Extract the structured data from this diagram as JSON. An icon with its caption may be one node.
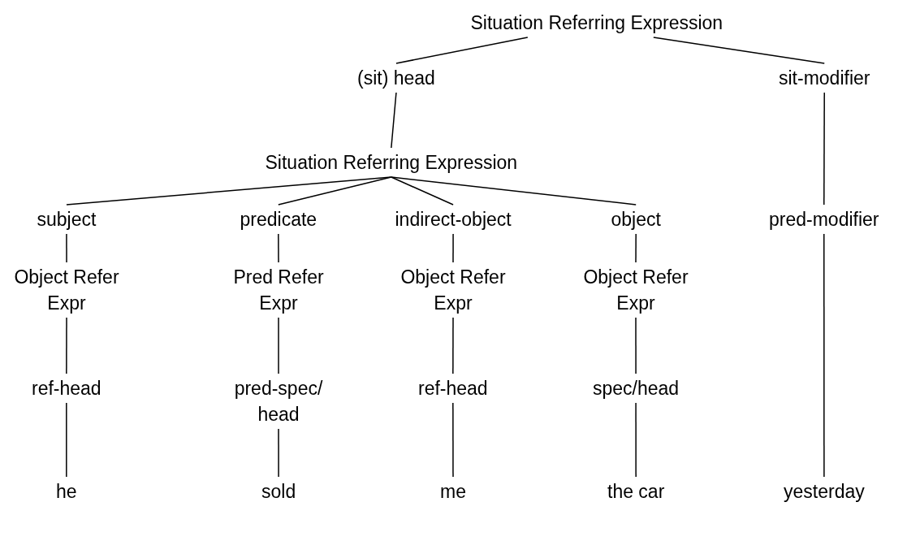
{
  "diagram": {
    "nodes": [
      {
        "text": [
          "Situation Referring Expression"
        ]
      },
      {
        "text": [
          "(sit) head"
        ]
      },
      {
        "text": [
          "sit-modifier"
        ]
      },
      {
        "text": [
          "Situation Referring Expression"
        ]
      },
      {
        "text": [
          "subject"
        ]
      },
      {
        "text": [
          "predicate"
        ]
      },
      {
        "text": [
          "indirect-object"
        ]
      },
      {
        "text": [
          "object"
        ]
      },
      {
        "text": [
          "pred-modifier"
        ]
      },
      {
        "text": [
          "Object Refer Expr"
        ]
      },
      {
        "text": [
          "Pred Refer Expr"
        ]
      },
      {
        "text": [
          "Object Refer Expr"
        ]
      },
      {
        "text": [
          "Object Refer Expr"
        ]
      },
      {
        "text": [
          "ref-head"
        ]
      },
      {
        "text": [
          "pred-spec/ head"
        ]
      },
      {
        "text": [
          "ref-head"
        ]
      },
      {
        "text": [
          "spec/head"
        ]
      },
      {
        "text": [
          "he"
        ]
      },
      {
        "text": [
          "sold"
        ]
      },
      {
        "text": [
          "me"
        ]
      },
      {
        "text": [
          "the car"
        ]
      },
      {
        "text": [
          "yesterday"
        ]
      }
    ],
    "edges": [
      {
        "from": 0,
        "to": 1,
        "arrow": "none"
      },
      {
        "from": 0,
        "to": 2,
        "arrow": "none"
      },
      {
        "from": 1,
        "to": 3,
        "arrow": "none"
      },
      {
        "from": 3,
        "to": 4,
        "arrow": "none"
      },
      {
        "from": 3,
        "to": 5,
        "arrow": "none"
      },
      {
        "from": 3,
        "to": 6,
        "arrow": "none"
      },
      {
        "from": 3,
        "to": 7,
        "arrow": "none"
      },
      {
        "from": 2,
        "to": 8,
        "arrow": "none"
      },
      {
        "from": 4,
        "to": 9,
        "arrow": "none"
      },
      {
        "from": 5,
        "to": 10,
        "arrow": "none"
      },
      {
        "from": 6,
        "to": 11,
        "arrow": "none"
      },
      {
        "from": 7,
        "to": 12,
        "arrow": "none"
      },
      {
        "from": 9,
        "to": 13,
        "arrow": "none"
      },
      {
        "from": 10,
        "to": 14,
        "arrow": "none"
      },
      {
        "from": 11,
        "to": 15,
        "arrow": "none"
      },
      {
        "from": 12,
        "to": 16,
        "arrow": "none"
      },
      {
        "from": 13,
        "to": 17,
        "arrow": "none"
      },
      {
        "from": 14,
        "to": 18,
        "arrow": "none"
      },
      {
        "from": 15,
        "to": 19,
        "arrow": "none"
      },
      {
        "from": 16,
        "to": 20,
        "arrow": "none"
      },
      {
        "from": 8,
        "to": 21,
        "arrow": "none"
      }
    ]
  }
}
